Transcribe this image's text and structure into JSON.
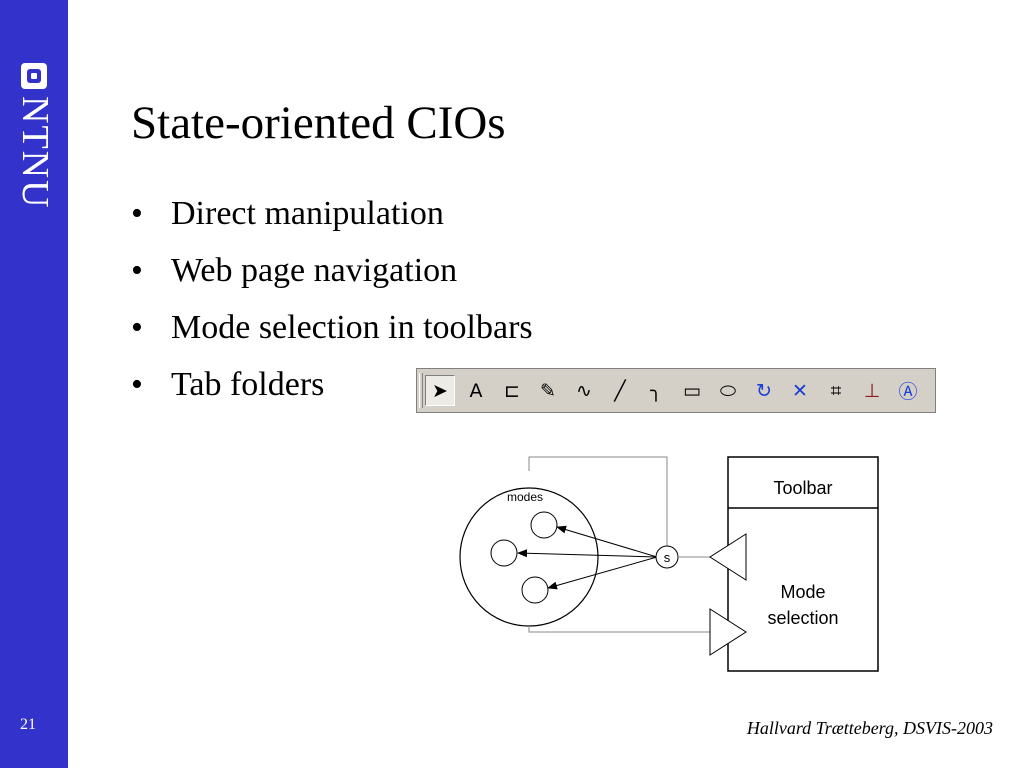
{
  "sidebar": {
    "logo_text": "NTNU",
    "page_number": "21"
  },
  "slide": {
    "title": "State-oriented CIOs",
    "bullets": [
      "Direct manipulation",
      "Web page navigation",
      "Mode selection in toolbars",
      "Tab folders"
    ],
    "bullet_char": "•"
  },
  "toolbar_image": {
    "tools": [
      "pointer-arrow-icon",
      "text-a-icon",
      "connector-icon",
      "pencil-icon",
      "freehand-curve-icon",
      "line-icon",
      "arc-icon",
      "rectangle-icon",
      "ellipse-icon",
      "rotate-icon",
      "delete-x-icon",
      "crop-icon",
      "stamp-icon",
      "rotate-a-icon"
    ],
    "selected_index": 0,
    "glyphs": [
      "➤",
      "A",
      "⊏",
      "✎",
      "∿",
      "╱",
      "╮",
      "▭",
      "⬭",
      "↻",
      "✕",
      "⌗",
      "⊥",
      "Ⓐ"
    ]
  },
  "diagram": {
    "modes_label": "modes",
    "selector_label": "s",
    "toolbar_label": "Toolbar",
    "mode_selection_label_line1": "Mode",
    "mode_selection_label_line2": "selection"
  },
  "footer": {
    "text": "Hallvard Trætteberg, DSVIS-2003"
  },
  "colors": {
    "sidebar": "#3333cc",
    "toolbar_bg": "#d4d0c8",
    "accent_blue": "#1a3fd6"
  }
}
